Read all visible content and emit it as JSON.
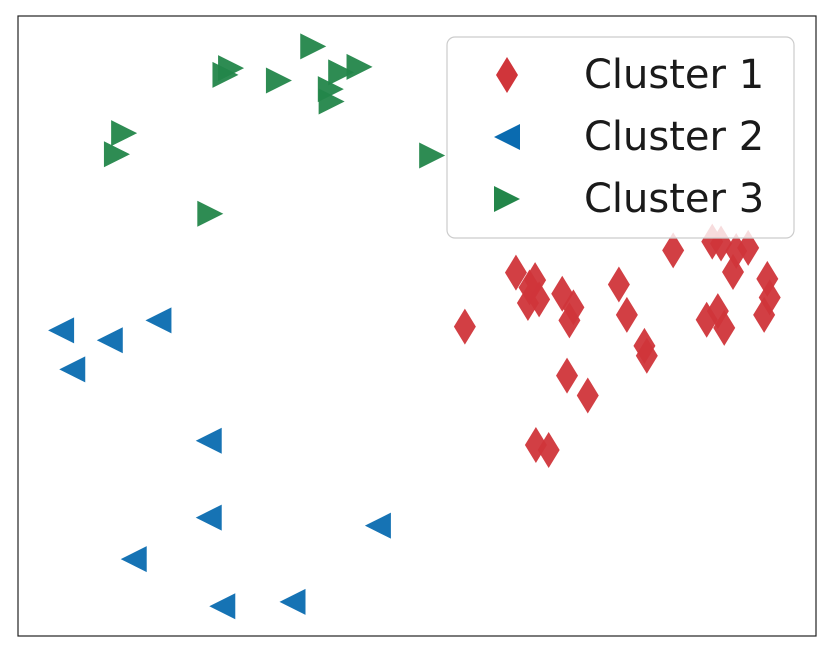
{
  "chart_data": {
    "type": "scatter",
    "title": "",
    "xlabel": "",
    "ylabel": "",
    "xlim": [
      0,
      100
    ],
    "ylim": [
      0,
      100
    ],
    "grid": false,
    "axes_ticks": false,
    "legend_placement": "top-right",
    "series": [
      {
        "name": "Cluster 1",
        "marker": "diamond",
        "color": "#d0353a",
        "x": [
          56.0,
          62.4,
          64.8,
          64.1,
          65.3,
          63.9,
          68.2,
          69.6,
          69.1,
          75.3,
          76.3,
          78.8,
          78.5,
          82.1,
          87.0,
          88.1,
          90.0,
          91.5,
          89.6,
          87.7,
          86.3,
          88.5,
          93.9,
          94.2,
          93.5,
          68.8,
          71.4,
          64.9,
          66.5
        ],
        "y": [
          49.9,
          58.6,
          57.4,
          56.2,
          54.3,
          53.7,
          55.2,
          53.0,
          50.9,
          56.7,
          51.8,
          45.2,
          46.8,
          62.2,
          63.6,
          63.3,
          62.1,
          62.6,
          58.7,
          52.4,
          51.0,
          49.7,
          57.6,
          54.6,
          51.8,
          42.0,
          38.8,
          30.8,
          30.0
        ]
      },
      {
        "name": "Cluster 2",
        "marker": "triangle-left",
        "color": "#0a6bb0",
        "x": [
          5.4,
          11.5,
          6.8,
          17.6,
          23.9,
          23.9,
          45.1,
          14.5,
          25.6,
          34.4
        ],
        "y": [
          49.3,
          47.7,
          43.0,
          50.9,
          31.5,
          19.1,
          17.8,
          12.4,
          4.8,
          5.5
        ]
      },
      {
        "name": "Cluster 3",
        "marker": "triangle-right",
        "color": "#23864a",
        "x": [
          37.0,
          26.7,
          26.0,
          32.7,
          40.5,
          39.2,
          42.8,
          39.3,
          13.3,
          12.4,
          51.9,
          24.1
        ],
        "y": [
          95.1,
          91.6,
          90.5,
          89.6,
          90.9,
          88.2,
          91.8,
          86.2,
          81.1,
          77.7,
          77.5,
          68.1
        ]
      }
    ]
  }
}
